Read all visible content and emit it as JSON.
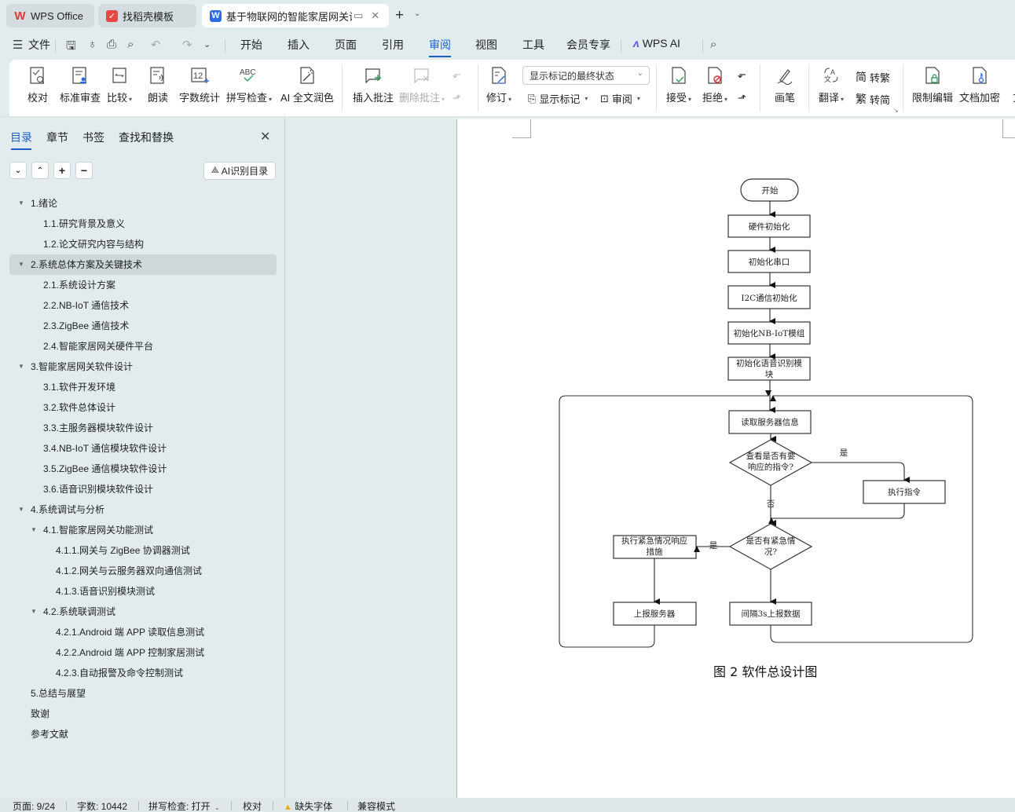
{
  "tabs": [
    {
      "label": "WPS Office",
      "icon": "wps-logo-icon"
    },
    {
      "label": "找稻壳模板",
      "icon": "daoke-icon"
    },
    {
      "label": "基于物联网的智能家居网关设",
      "icon": "word-doc-icon",
      "active": true
    }
  ],
  "menubar": {
    "file": "文件",
    "tabs": [
      "开始",
      "插入",
      "页面",
      "引用",
      "审阅",
      "视图",
      "工具",
      "会员专享"
    ],
    "active_tab": "审阅",
    "wps_ai": "WPS AI"
  },
  "ribbon": {
    "proofread": "校对",
    "standard_review": "标准审查",
    "compare": "比较",
    "read_aloud": "朗读",
    "word_count": "字数统计",
    "spell_check": "拼写检查",
    "ai_polish": "AI 全文润色",
    "insert_comment": "插入批注",
    "delete_comment": "删除批注",
    "track_changes": "修订",
    "markup_select": "显示标记的最终状态",
    "show_markup": "显示标记",
    "review_pane": "审阅",
    "accept": "接受",
    "reject": "拒绝",
    "pen": "画笔",
    "translate": "翻译",
    "to_traditional": "转繁",
    "to_simplified": "转简",
    "restrict_edit": "限制编辑",
    "doc_encrypt": "文档加密",
    "doc_cut": "文"
  },
  "sidebar": {
    "tabs": [
      "目录",
      "章节",
      "书签",
      "查找和替换"
    ],
    "active_tab": "目录",
    "ai_toc": "AI识别目录",
    "toc": [
      {
        "label": "1.绪论",
        "level": 0,
        "expanded": true
      },
      {
        "label": "1.1.研究背景及意义",
        "level": 1
      },
      {
        "label": "1.2.论文研究内容与结构",
        "level": 1
      },
      {
        "label": "2.系统总体方案及关键技术",
        "level": 0,
        "expanded": true,
        "selected": true
      },
      {
        "label": "2.1.系统设计方案",
        "level": 1
      },
      {
        "label": "2.2.NB-IoT 通信技术",
        "level": 1
      },
      {
        "label": "2.3.ZigBee 通信技术",
        "level": 1
      },
      {
        "label": "2.4.智能家居网关硬件平台",
        "level": 1
      },
      {
        "label": "3.智能家居网关软件设计",
        "level": 0,
        "expanded": true
      },
      {
        "label": "3.1.软件开发环境",
        "level": 1
      },
      {
        "label": "3.2.软件总体设计",
        "level": 1
      },
      {
        "label": "3.3.主服务器模块软件设计",
        "level": 1
      },
      {
        "label": "3.4.NB-IoT 通信模块软件设计",
        "level": 1
      },
      {
        "label": "3.5.ZigBee 通信模块软件设计",
        "level": 1
      },
      {
        "label": "3.6.语音识别模块软件设计",
        "level": 1
      },
      {
        "label": "4.系统调试与分析",
        "level": 0,
        "expanded": true
      },
      {
        "label": "4.1.智能家居网关功能测试",
        "level": 1,
        "expanded": true
      },
      {
        "label": "4.1.1.网关与 ZigBee 协调器测试",
        "level": 2
      },
      {
        "label": "4.1.2.网关与云服务器双向通信测试",
        "level": 2
      },
      {
        "label": "4.1.3.语音识别模块测试",
        "level": 2
      },
      {
        "label": "4.2.系统联调测试",
        "level": 1,
        "expanded": true
      },
      {
        "label": "4.2.1.Android 端 APP 读取信息测试",
        "level": 2
      },
      {
        "label": "4.2.2.Android 端 APP 控制家居测试",
        "level": 2
      },
      {
        "label": "4.2.3.自动报警及命令控制测试",
        "level": 2
      },
      {
        "label": "5.总结与展望",
        "level": 0
      },
      {
        "label": "致谢",
        "level": 0
      },
      {
        "label": "参考文献",
        "level": 0
      }
    ]
  },
  "flowchart": {
    "start": "开始",
    "steps": [
      "硬件初始化",
      "初始化串口",
      "I2C通信初始化",
      "初始化NB-IoT模组",
      [
        "初始化语音识别模",
        "块"
      ]
    ],
    "read_server": "读取服务器信息",
    "decision1": [
      "查看是否有要",
      "响应的指令?"
    ],
    "exec_command": "执行指令",
    "decision2": [
      "是否有紧急情",
      "况?"
    ],
    "emergency": [
      "执行紧急情况响应",
      "措施"
    ],
    "report_server": "上报服务器",
    "report_interval": "间隔3s上报数据",
    "yes": "是",
    "no": "否",
    "caption": "图 2  软件总设计图"
  },
  "status": {
    "page": "页面: 9/24",
    "words": "字数: 10442",
    "spell": "拼写检查: 打开",
    "proof": "校对",
    "missing_font": "缺失字体",
    "compat": "兼容模式"
  }
}
